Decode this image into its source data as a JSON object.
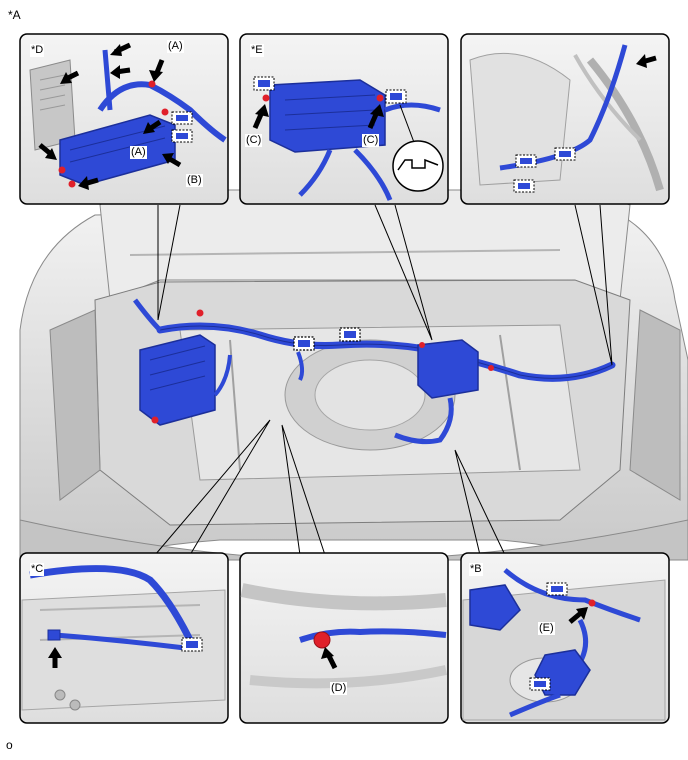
{
  "figure_label": "*A",
  "footer_code": "o",
  "colors": {
    "harness": "#2e49d6",
    "harness_dark": "#1c2f9a",
    "clamp_red": "#e0202a",
    "panel_border": "#000000",
    "body_gray": "#cfcfcf",
    "body_light": "#e9e9e9"
  },
  "panels": {
    "D": {
      "tag": "*D",
      "callouts": [
        "(A)",
        "(A)",
        "(B)"
      ]
    },
    "E": {
      "tag": "*E",
      "callouts": [
        "(C)",
        "(C)"
      ]
    },
    "F": {
      "tag": ""
    },
    "C": {
      "tag": "*C"
    },
    "G": {
      "tag": "",
      "callouts": [
        "(D)"
      ]
    },
    "B": {
      "tag": "*B",
      "callouts": [
        "(E)"
      ]
    }
  }
}
